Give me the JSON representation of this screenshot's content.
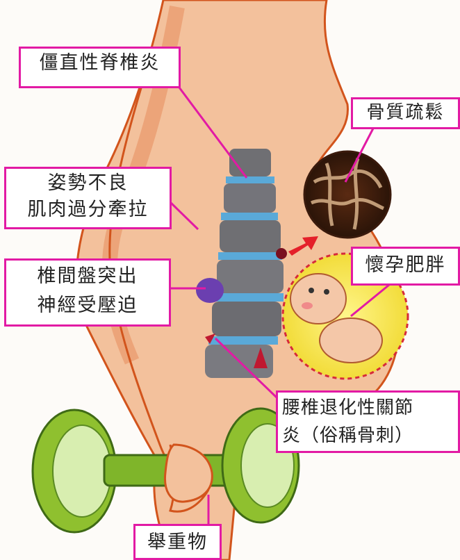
{
  "colors": {
    "label_border": "#e21aa4",
    "leader_line": "#e21aa4",
    "skin": "#f3c19c",
    "skin_stroke": "#d2541c",
    "vertebra": "#6f6f73",
    "disc": "#5aa9d8",
    "dumbbell": "#8fc02f",
    "arrow": "#e4202a"
  },
  "labels": {
    "ankylosing_spondylitis": "僵直性脊椎炎",
    "osteoporosis": "骨質疏鬆",
    "posture_line1": "姿勢不良",
    "posture_line2": "肌肉過分牽拉",
    "herniation_line1": "椎間盤突出",
    "herniation_line2": "神經受壓迫",
    "pregnancy": "懷孕肥胖",
    "degenerative_line1": "腰椎退化性關節",
    "degenerative_line2": "炎（俗稱骨刺）",
    "lifting": "舉重物"
  },
  "icons": {
    "bone_texture": "bone-cross-section-icon",
    "arrow": "arrow-right-icon",
    "baby": "fetus-icon",
    "dumbbell": "dumbbell-icon"
  }
}
